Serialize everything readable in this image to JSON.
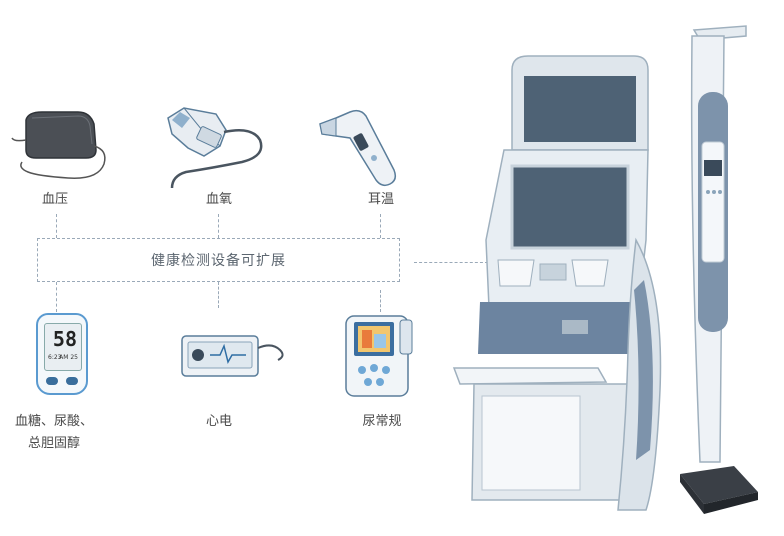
{
  "devices_top": {
    "blood_pressure": "血压",
    "blood_oxygen": "血氧",
    "ear_temp": "耳温"
  },
  "center_label": "健康检测设备可扩展",
  "devices_bottom": {
    "glucose_line1": "血糖、尿酸、",
    "glucose_line2": "总胆固醇",
    "ecg": "心电",
    "urine": "尿常规"
  },
  "glucose_screen": {
    "main": "58",
    "sub1": "6:23",
    "sub2": "AM 25"
  }
}
